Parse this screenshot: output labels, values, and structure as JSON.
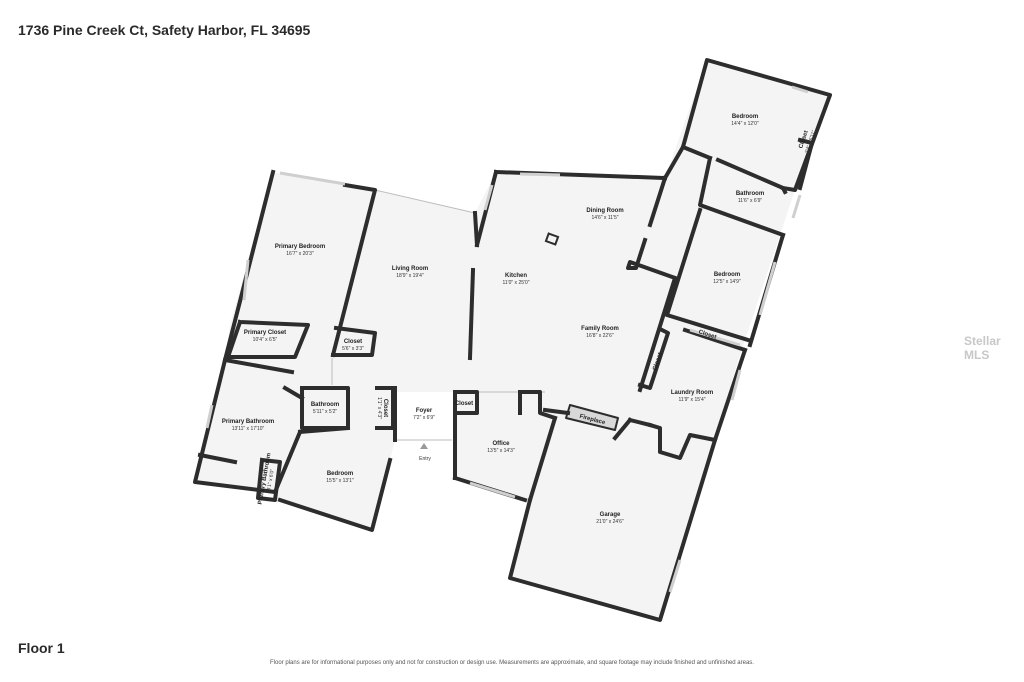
{
  "address": "1736 Pine Creek Ct, Safety Harbor, FL 34695",
  "floor_label": "Floor 1",
  "disclaimer": "Floor plans are for informational purposes only and not for construction or design use. Measurements are approximate, and square footage may include finished and unfinished areas.",
  "watermark": "Stellar MLS",
  "entry_label": "Entry",
  "rooms": {
    "primary_bedroom": {
      "name": "Primary Bedroom",
      "dims": "16'7\" x 20'3\""
    },
    "living_room": {
      "name": "Living Room",
      "dims": "18'9\" x 19'4\""
    },
    "kitchen": {
      "name": "Kitchen",
      "dims": "11'0\" x 25'0\""
    },
    "dining_room": {
      "name": "Dining Room",
      "dims": "14'6\" x 11'5\""
    },
    "bedroom_top": {
      "name": "Bedroom",
      "dims": "14'4\" x 12'0\""
    },
    "closet_top": {
      "name": "Closet",
      "dims": "2'4\" x 5'11\""
    },
    "bathroom_right": {
      "name": "Bathroom",
      "dims": "11'6\" x 6'9\""
    },
    "bedroom_right": {
      "name": "Bedroom",
      "dims": "12'5\" x 14'9\""
    },
    "primary_closet": {
      "name": "Primary Closet",
      "dims": "10'4\" x 6'5\""
    },
    "closet_living": {
      "name": "Closet",
      "dims": "5'6\" x 3'3\""
    },
    "family_room": {
      "name": "Family Room",
      "dims": "16'8\" x 22'6\""
    },
    "closet_right": {
      "name": "Closet",
      "dims": ""
    },
    "closet_laundry": {
      "name": "Closet",
      "dims": ""
    },
    "laundry_room": {
      "name": "Laundry Room",
      "dims": "11'9\" x 15'4\""
    },
    "bathroom_center": {
      "name": "Bathroom",
      "dims": "5'11\" x 5'2\""
    },
    "closet_narrow": {
      "name": "Closet",
      "dims": "1'1\" x 4'3\""
    },
    "foyer": {
      "name": "Foyer",
      "dims": "7'2\" x 6'9\""
    },
    "closet_foyer": {
      "name": "Closet",
      "dims": ""
    },
    "fireplace": {
      "name": "Fireplace",
      "dims": ""
    },
    "primary_bathroom": {
      "name": "Primary Bathroom",
      "dims": "13'11\" x 17'10\""
    },
    "office": {
      "name": "Office",
      "dims": "13'5\" x 14'3\""
    },
    "bedroom_left": {
      "name": "Bedroom",
      "dims": "15'5\" x 13'1\""
    },
    "primary_bathroom_small": {
      "name": "Primary Bathroom",
      "dims": "3'1\" x 6'0\""
    },
    "garage": {
      "name": "Garage",
      "dims": "21'0\" x 24'6\""
    }
  }
}
